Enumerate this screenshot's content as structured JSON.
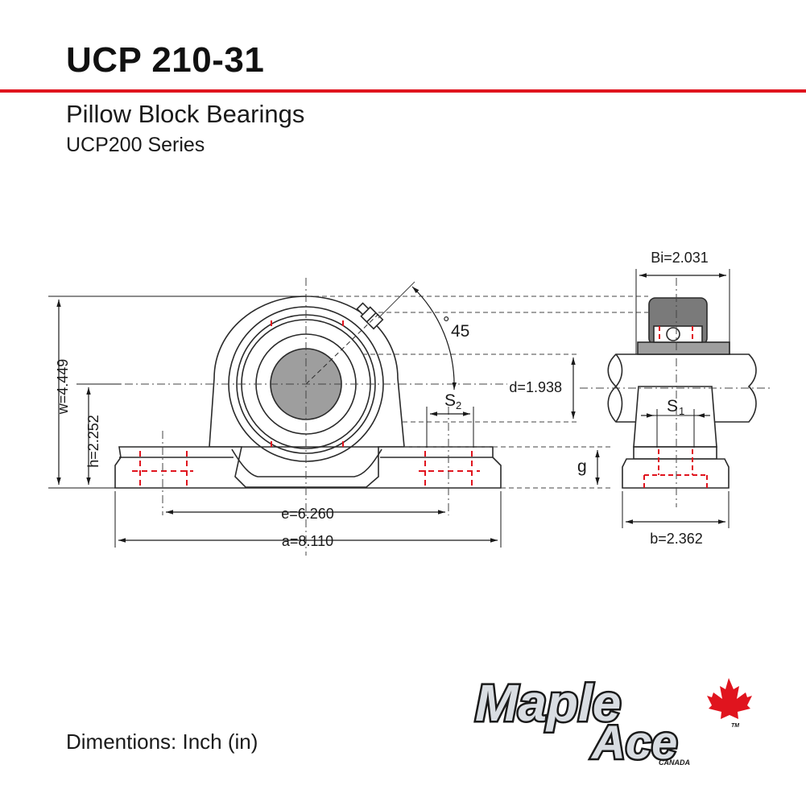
{
  "header": {
    "title": "UCP 210-31",
    "subtitle": "Pillow Block Bearings",
    "series": "UCP200 Series"
  },
  "dimensions": {
    "Bi": "Bi=2.031",
    "d": "d=1.938",
    "w": "w=4.449",
    "h": "h=2.252",
    "e": "e=6.260",
    "a": "a=8.110",
    "b": "b=2.362",
    "angle": "45",
    "degree_mark": "°",
    "s2": "S",
    "s2_sub": "2",
    "s1": "S",
    "s1_sub": "1",
    "g": "g"
  },
  "footer": {
    "units": "Dimentions: Inch (in)"
  },
  "logo": {
    "line1": "Maple",
    "line2": "Ace",
    "country": "CANADA",
    "trademark": "TM"
  },
  "colors": {
    "accent": "#e0141e",
    "outline": "#2a2a2a",
    "bore_fill": "#9e9e9e",
    "insert_fill": "#7a7a7a"
  }
}
